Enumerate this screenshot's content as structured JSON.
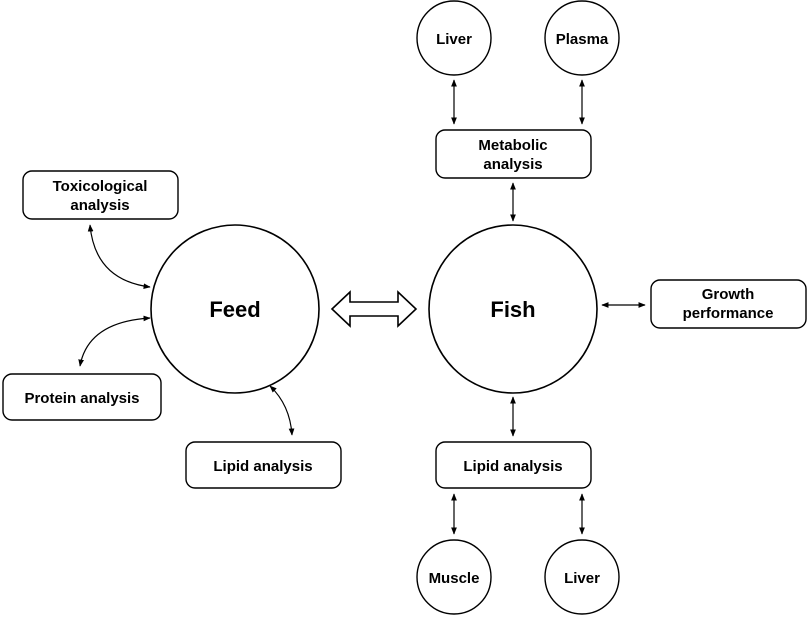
{
  "nodes": {
    "feed": "Feed",
    "fish": "Fish",
    "toxicological": [
      "Toxicological",
      "analysis"
    ],
    "protein": "Protein analysis",
    "feed_lipid": "Lipid analysis",
    "metabolic": [
      "Metabolic",
      "analysis"
    ],
    "growth": [
      "Growth",
      "performance"
    ],
    "fish_lipid": "Lipid analysis",
    "liver_top": "Liver",
    "plasma": "Plasma",
    "muscle": "Muscle",
    "liver_bottom": "Liver"
  },
  "colors": {
    "stroke": "#000000",
    "fill": "#ffffff",
    "text": "#000000"
  }
}
